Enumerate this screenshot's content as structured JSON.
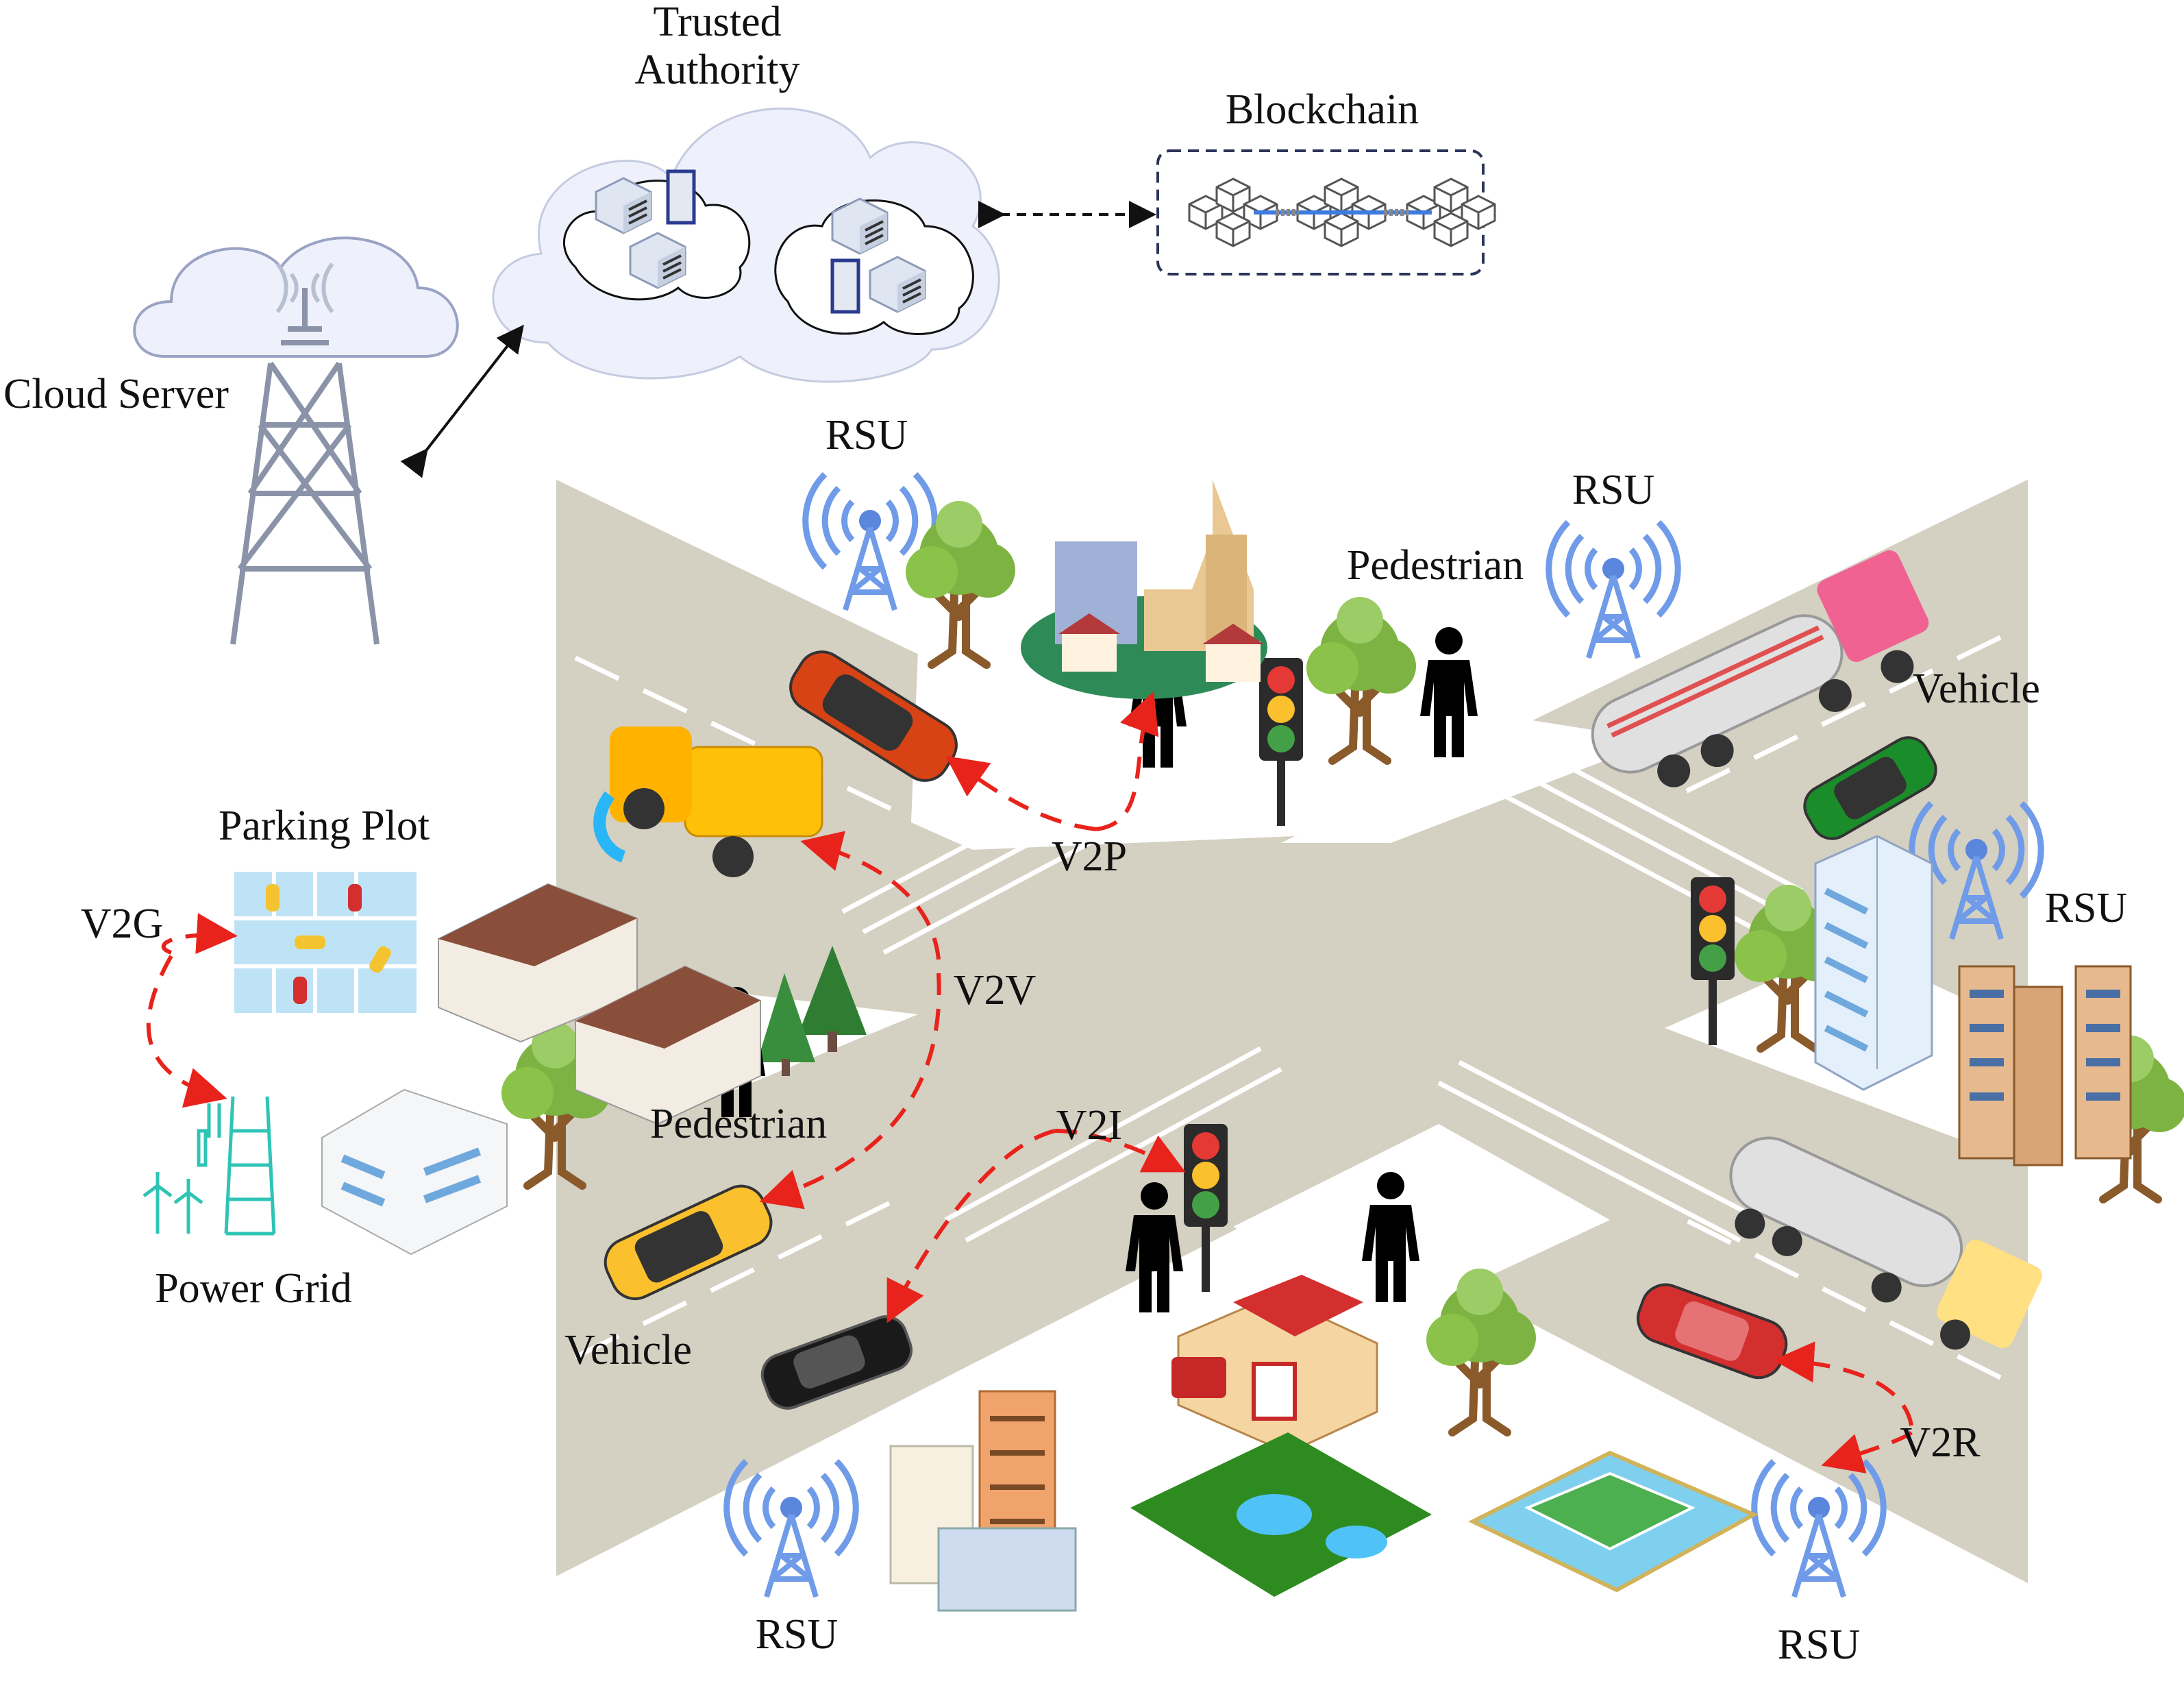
{
  "labels": {
    "trusted_authority_line1": "Trusted",
    "trusted_authority_line2": "Authority",
    "blockchain": "Blockchain",
    "cloud_server": "Cloud Server",
    "rsu": "RSU",
    "pedestrian": "Pedestrian",
    "vehicle": "Vehicle",
    "parking_plot": "Parking Plot",
    "power_grid": "Power Grid",
    "v2g": "V2G",
    "v2p": "V2P",
    "v2v": "V2V",
    "v2i": "V2I",
    "v2r": "V2R"
  },
  "colors": {
    "road": "#d4d0c2",
    "lane_marking": "#ffffff",
    "link_arrow": "#e8231c",
    "rsu_signal": "#6f9be8",
    "cloud_fill": "#eef1fb",
    "cloud_stroke": "#9aa3c4",
    "blockchain_border": "#2c3557"
  },
  "icons": [
    "tower-icon",
    "server-icon",
    "blockchain-icon",
    "rsu-antenna-icon",
    "tree-icon",
    "pedestrian-icon",
    "traffic-light-icon",
    "car-icon",
    "truck-icon",
    "building-icon",
    "parking-lot-icon",
    "power-grid-icon",
    "park-icon",
    "stadium-icon"
  ]
}
